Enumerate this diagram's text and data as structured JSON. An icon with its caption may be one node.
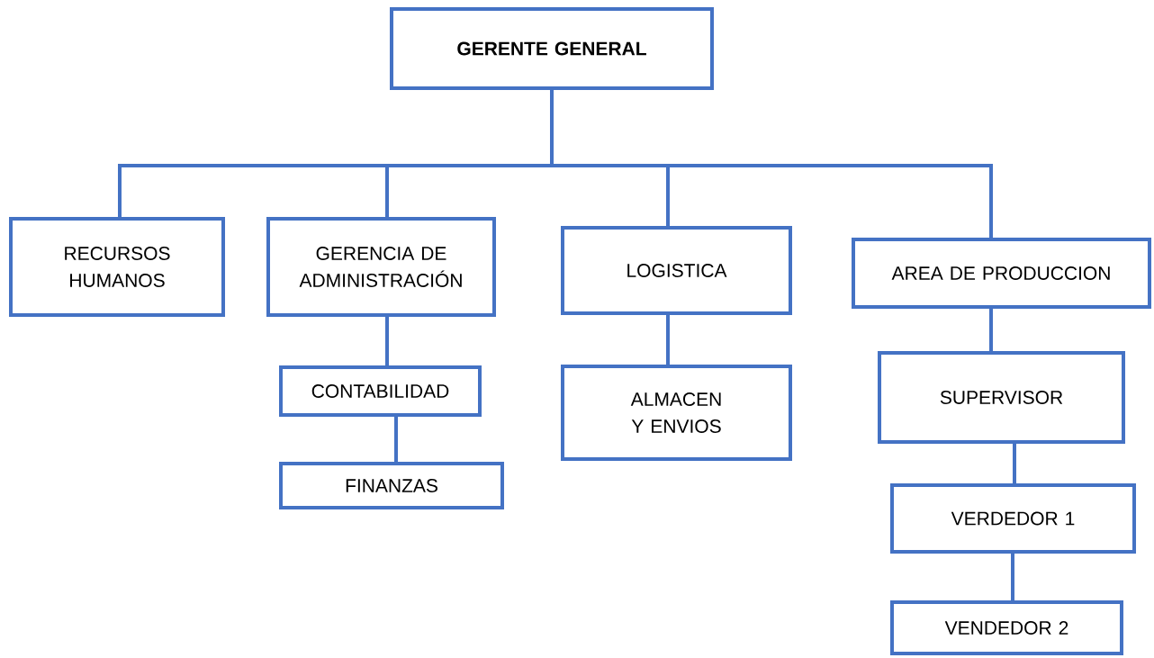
{
  "diagram": {
    "nodes": [
      {
        "text": [
          "GERENTE GENERAL"
        ]
      },
      {
        "text": [
          "RECURSOS HUMANOS"
        ]
      },
      {
        "text": [
          "GERENCIA DE ADMINISTRACIÓN"
        ]
      },
      {
        "text": [
          "LOGISTICA"
        ]
      },
      {
        "text": [
          "AREA DE PRODUCCION"
        ]
      },
      {
        "text": [
          "CONTABILIDAD"
        ]
      },
      {
        "text": [
          "FINANZAS"
        ]
      },
      {
        "text": [
          "ALMACEN Y ENVIOS"
        ]
      },
      {
        "text": [
          "SUPERVISOR"
        ]
      },
      {
        "text": [
          "VERDEDOR 1"
        ]
      },
      {
        "text": [
          "VENDEDOR 2"
        ]
      }
    ],
    "edges": [
      {
        "from": 0,
        "to": 1,
        "arrow": "none"
      },
      {
        "from": 0,
        "to": 2,
        "arrow": "none"
      },
      {
        "from": 0,
        "to": 3,
        "arrow": "none"
      },
      {
        "from": 0,
        "to": 4,
        "arrow": "none"
      },
      {
        "from": 2,
        "to": 5,
        "arrow": "none"
      },
      {
        "from": 5,
        "to": 6,
        "arrow": "none"
      },
      {
        "from": 3,
        "to": 7,
        "arrow": "none"
      },
      {
        "from": 4,
        "to": 8,
        "arrow": "none"
      },
      {
        "from": 8,
        "to": 9,
        "arrow": "none"
      },
      {
        "from": 9,
        "to": 10,
        "arrow": "none"
      }
    ]
  }
}
